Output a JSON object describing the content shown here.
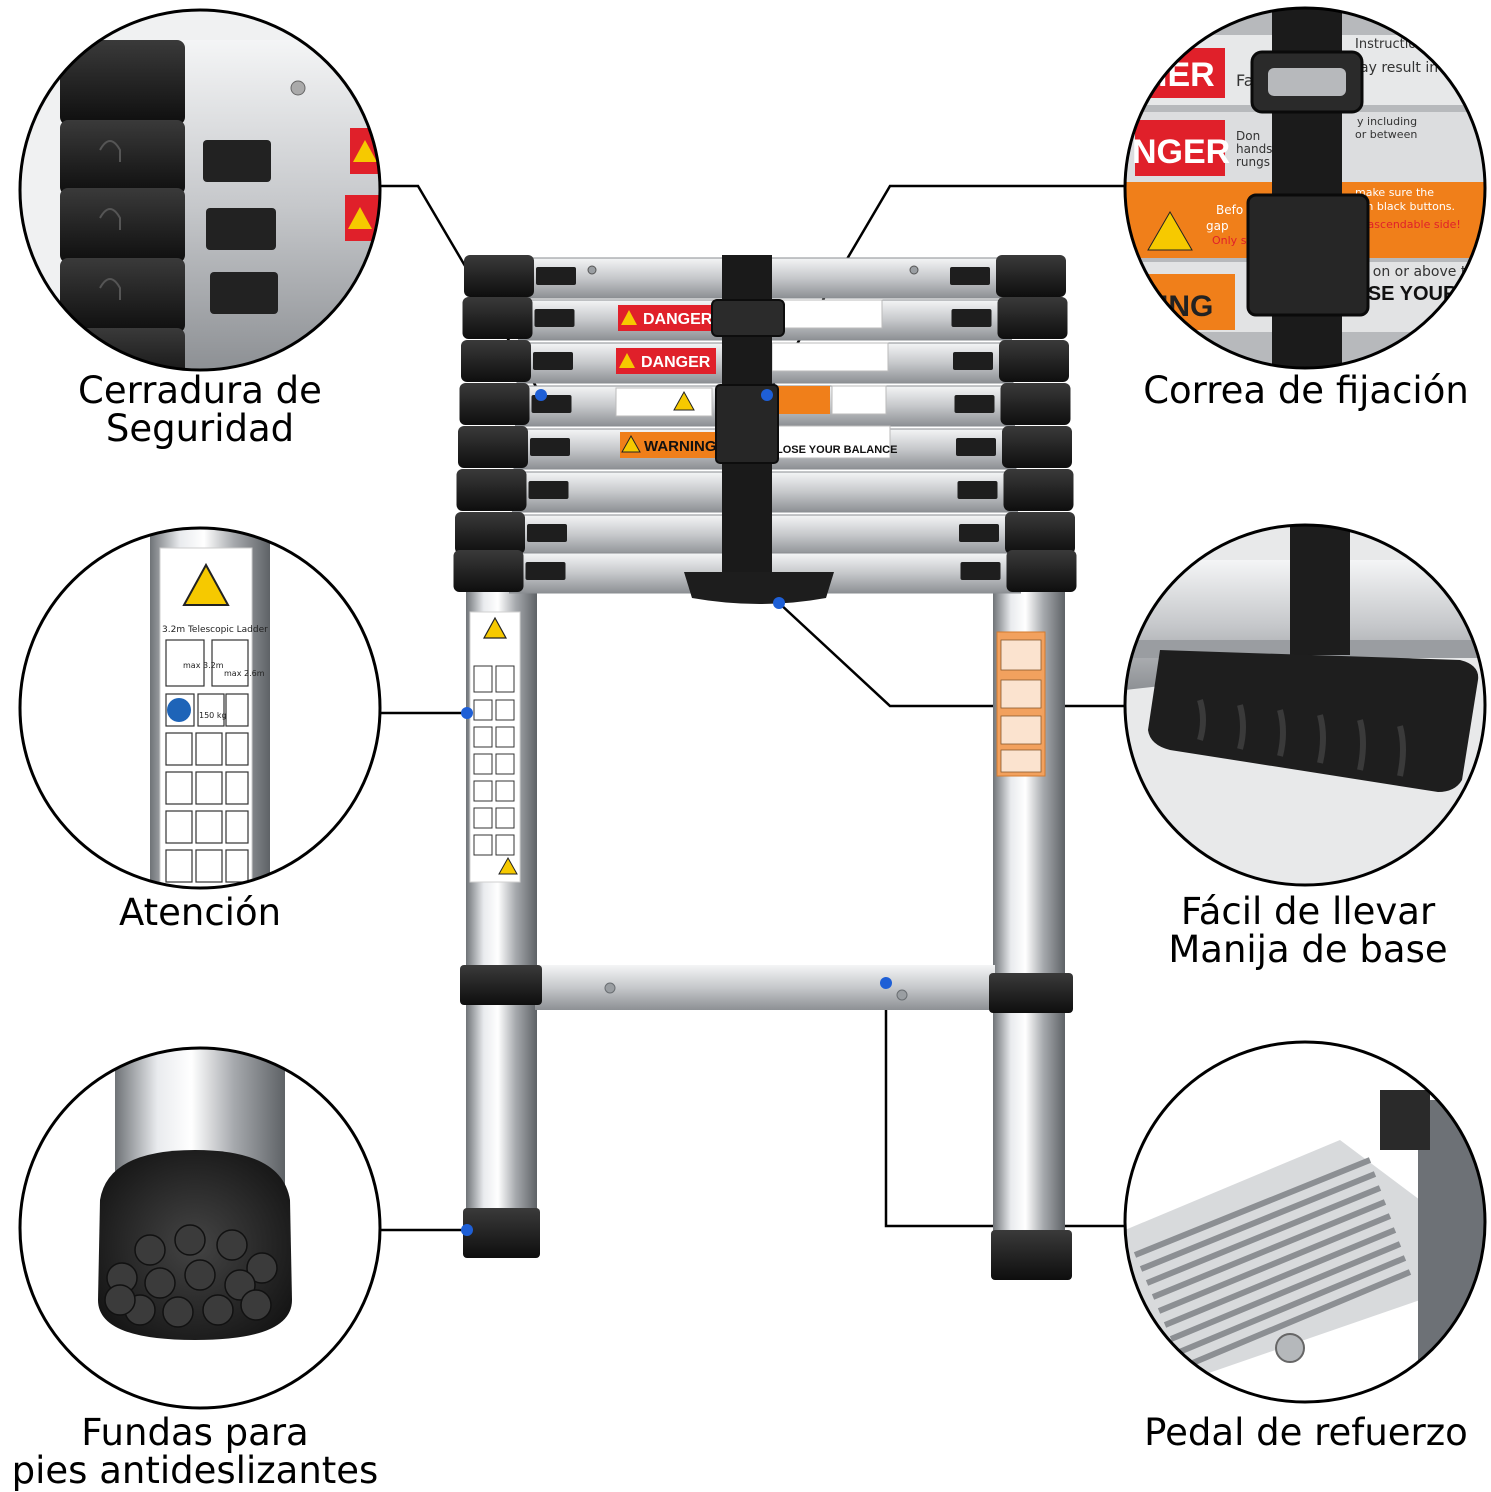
{
  "labels": {
    "lock": [
      "Cerradura de",
      "Seguridad"
    ],
    "strap": "Correa de fijación",
    "warning": "Atención",
    "handle": [
      "Fácil de llevar",
      "Manija de base"
    ],
    "feet": [
      "Fundas para",
      "pies antideslizantes"
    ],
    "pedal": "Pedal de refuerzo"
  },
  "stickers": {
    "danger": "DANGER",
    "warning": "WARNING",
    "balance": "LOSE YOUR BALANCE",
    "ladder_label": "3.2m Telescopic Ladder",
    "max_left": "max 3.2m",
    "max_right": "max 2.6m",
    "load": "150 kg",
    "strap_top": "Instructions",
    "strap_result": "ay result in",
    "strap_including": "y including",
    "strap_between": "or between",
    "strap_make_sure": "make sure the",
    "strap_black_buttons": "with black buttons.",
    "strap_ascendable": "the ascendable side!",
    "strap_only": "Only side",
    "strap_stand": "and on or above t",
    "strap_lose": "LOSE YOUR",
    "strap_gap": "gap",
    "strap_before": "Befo",
    "strap_dont": "Don",
    "strap_hands": "hands",
    "strap_rungs": "rungs",
    "strap_fa": "Fa",
    "strap_ger": "NGER",
    "strap_ier": "IER",
    "strap_ing": "ING"
  },
  "colors": {
    "marker": "#1e5fd6",
    "danger_red": "#e0202a",
    "warning_orange": "#f07f1a",
    "aluminum": "#c9cbce",
    "rubber": "#1c1c1c"
  },
  "icons": [
    "warning-triangle-icon",
    "anti-slip-foot-icon",
    "strap-buckle-icon"
  ]
}
